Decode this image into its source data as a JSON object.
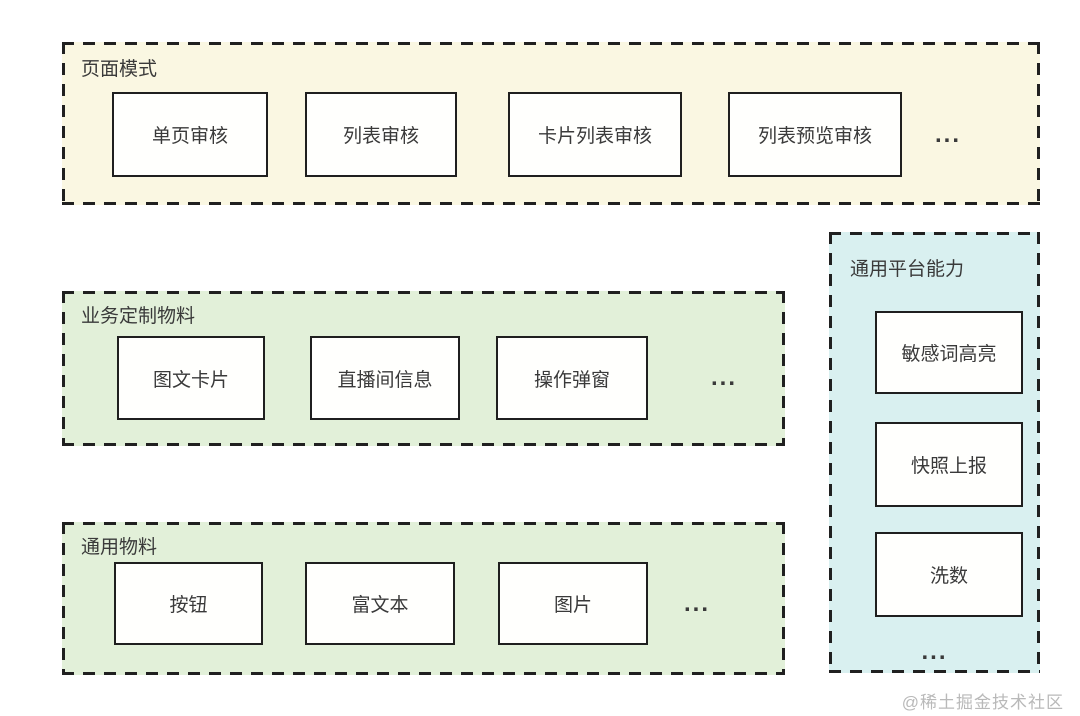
{
  "watermark": "@稀土掘金技术社区",
  "colors": {
    "page_modes_bg": "#faf7e2",
    "materials_bg": "#e2f0d9",
    "platform_bg": "#d9f0f0",
    "dashed_border": "#202020",
    "node_border": "#1f1f1f",
    "node_bg": "#fffffd",
    "text": "#3a3a3a",
    "watermark_text": "#b9b9b9"
  },
  "groups": {
    "page_modes": {
      "title": "页面模式",
      "items": [
        "单页审核",
        "列表审核",
        "卡片列表审核",
        "列表预览审核"
      ],
      "ellipsis": "..."
    },
    "business_materials": {
      "title": "业务定制物料",
      "items": [
        "图文卡片",
        "直播间信息",
        "操作弹窗"
      ],
      "ellipsis": "..."
    },
    "common_materials": {
      "title": "通用物料",
      "items": [
        "按钮",
        "富文本",
        "图片"
      ],
      "ellipsis": "..."
    },
    "platform_capabilities": {
      "title": "通用平台能力",
      "items": [
        "敏感词高亮",
        "快照上报",
        "洗数"
      ],
      "ellipsis": "..."
    }
  }
}
